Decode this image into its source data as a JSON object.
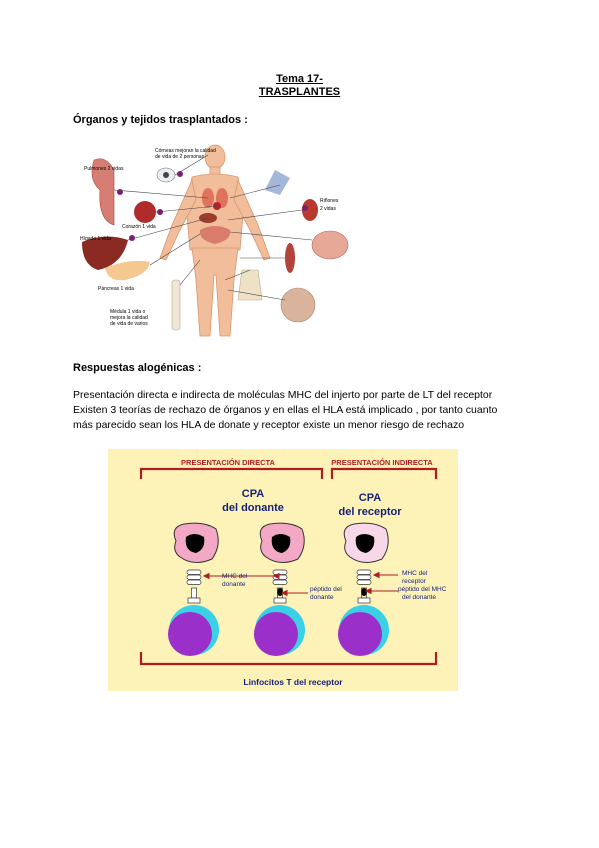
{
  "document": {
    "title_line1": "Tema 17-",
    "title_line2": "TRASPLANTES",
    "section1_heading": "Órganos y tejidos trasplantados :",
    "section2_heading": "Respuestas alogénicas :",
    "paragraph_lines": [
      "Presentación directa e indirecta de moléculas MHC del injerto por parte de LT del receptor",
      "Existen 3 teorías de rechazo de órganos y en ellas el HLA está implicado , por tanto cuanto",
      "más parecido sean los HLA de donate y receptor existe un menor riesgo de rechazo"
    ]
  },
  "organs_figure": {
    "corneas_line1": "Córneas mejoran la calidad",
    "corneas_line2": "de vida de 2 personas",
    "pulmones": "Pulmones 2 vidas",
    "corazon": "Corazón 1 vida",
    "higado": "Hígado 1 vida",
    "rinones_line1": "Riñones",
    "rinones_line2": "2 vidas",
    "pancreas": "Páncreas 1 vida",
    "medula_line1": "Médula 1 vida o",
    "medula_line2": "mejora la calidad",
    "medula_line3": "de vida de varios"
  },
  "immune_figure": {
    "direct_label": "PRESENTACIÓN DIRECTA",
    "indirect_label": "PRESENTACIÓN INDIRECTA",
    "cpa_donante_line1": "CPA",
    "cpa_donante_line2": "del donante",
    "cpa_receptor_line1": "CPA",
    "cpa_receptor_line2": "del receptor",
    "mhc_donante_line1": "MHC del",
    "mhc_donante_line2": "donante",
    "peptido_donante_line1": "péptido del",
    "peptido_donante_line2": "donante",
    "mhc_receptor_line1": "MHC del",
    "mhc_receptor_line2": "receptor",
    "peptido_receptor_line1": "péptido del MHC",
    "peptido_receptor_line2": "del donante",
    "linfocitos": "Linfocitos T del receptor",
    "colors": {
      "background": "#fdf3b8",
      "bracket": "#b01c24",
      "donor_cell": "#f3a9c6",
      "receptor_cell": "#f8d8e8",
      "lymphocyte": "#9b2fc9",
      "lymphocyte_halo": "#3ad1e6"
    }
  }
}
